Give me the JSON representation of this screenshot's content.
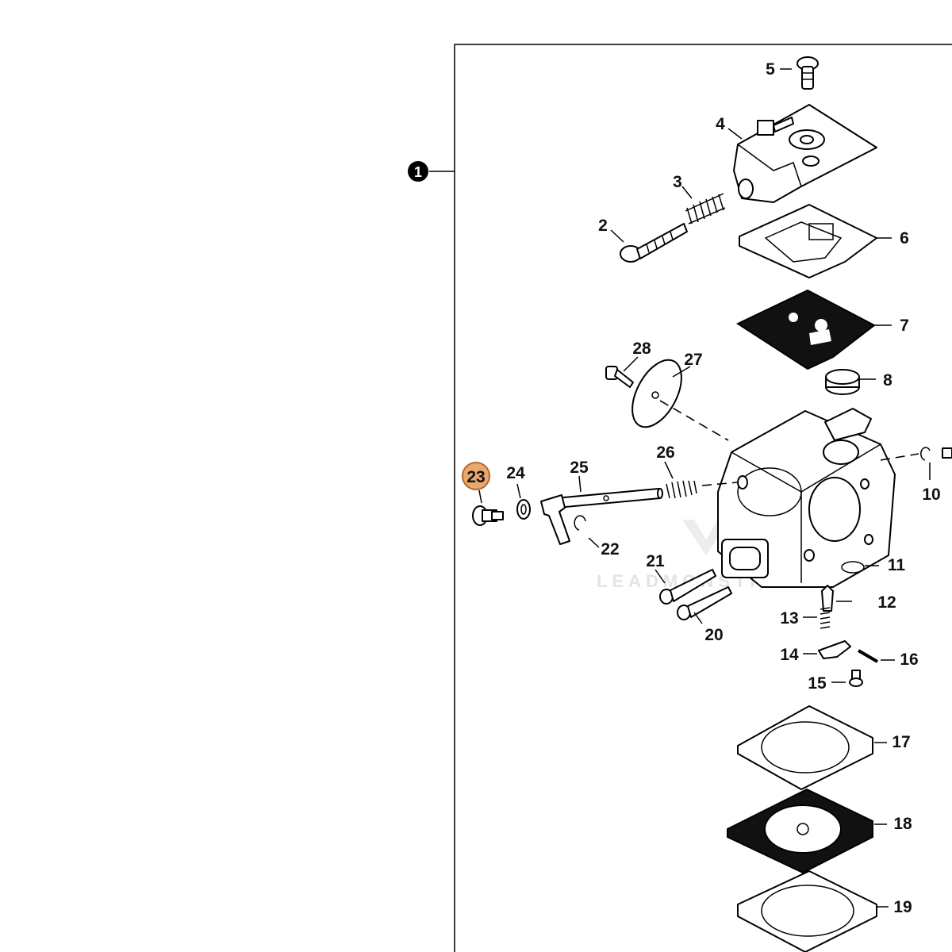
{
  "diagram": {
    "assembly_marker": "1",
    "highlighted_part": "23",
    "highlight_color": "#e8a870",
    "highlight_stroke": "#b5662a",
    "watermark": "LEADMONSTIRE",
    "callouts": {
      "c2": "2",
      "c3": "3",
      "c4": "4",
      "c5": "5",
      "c6": "6",
      "c7": "7",
      "c8": "8",
      "c10": "10",
      "c11": "11",
      "c12": "12",
      "c13": "13",
      "c14": "14",
      "c15": "15",
      "c16": "16",
      "c17": "17",
      "c18": "18",
      "c19": "19",
      "c20": "20",
      "c21": "21",
      "c22": "22",
      "c23": "23",
      "c24": "24",
      "c25": "25",
      "c26": "26",
      "c27": "27",
      "c28": "28"
    }
  }
}
